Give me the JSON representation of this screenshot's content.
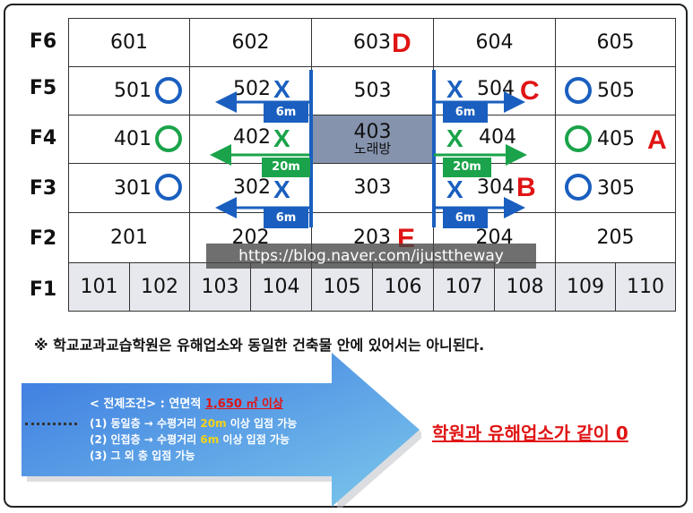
{
  "floors": [
    "F6",
    "F5",
    "F4",
    "F3",
    "F2",
    "F1"
  ],
  "rooms": {
    "f6": [
      "601",
      "602",
      "603",
      "604",
      "605"
    ],
    "f5": [
      "501",
      "502",
      "503",
      "504",
      "505"
    ],
    "f4": [
      "401",
      "402",
      "403",
      "404",
      "405"
    ],
    "f3": [
      "301",
      "302",
      "303",
      "304",
      "305"
    ],
    "f2": [
      "201",
      "202",
      "203",
      "204",
      "205"
    ],
    "f1": [
      "101",
      "102",
      "103",
      "104",
      "105",
      "106",
      "107",
      "108",
      "109",
      "110"
    ]
  },
  "karaoke_label": "노래방",
  "markers": {
    "a": "A",
    "b": "B",
    "c": "C",
    "d": "D",
    "e": "E"
  },
  "distances": {
    "upper": "6m",
    "middle": "20m",
    "lower": "6m"
  },
  "symbols": {
    "cross": "X"
  },
  "colors": {
    "blue": "#1a5fbf",
    "green": "#1aa34a",
    "red": "#e01414",
    "karaoke": "#8593ad"
  },
  "watermark": "https://blog.naver.com/ijusttheway",
  "note": "※ 학교교과교습학원은 유해업소와 동일한 건축물 안에 있어서는 아니된다.",
  "conditions": {
    "title_prefix": "< 전제조건> : 연면적 ",
    "area": "1,650 ㎡ 이상",
    "line1_a": "(1) 동일층 → 수평거리 ",
    "line1_hl": "20m",
    "line1_b": " 이상 입점 가능",
    "line2_a": "(2) 인접층 → 수평거리 ",
    "line2_hl": "6m",
    "line2_b": " 이상 입점 가능",
    "line3": "(3) 그 외 층 입점 가능"
  },
  "result": "학원과 유해업소가 같이 0"
}
